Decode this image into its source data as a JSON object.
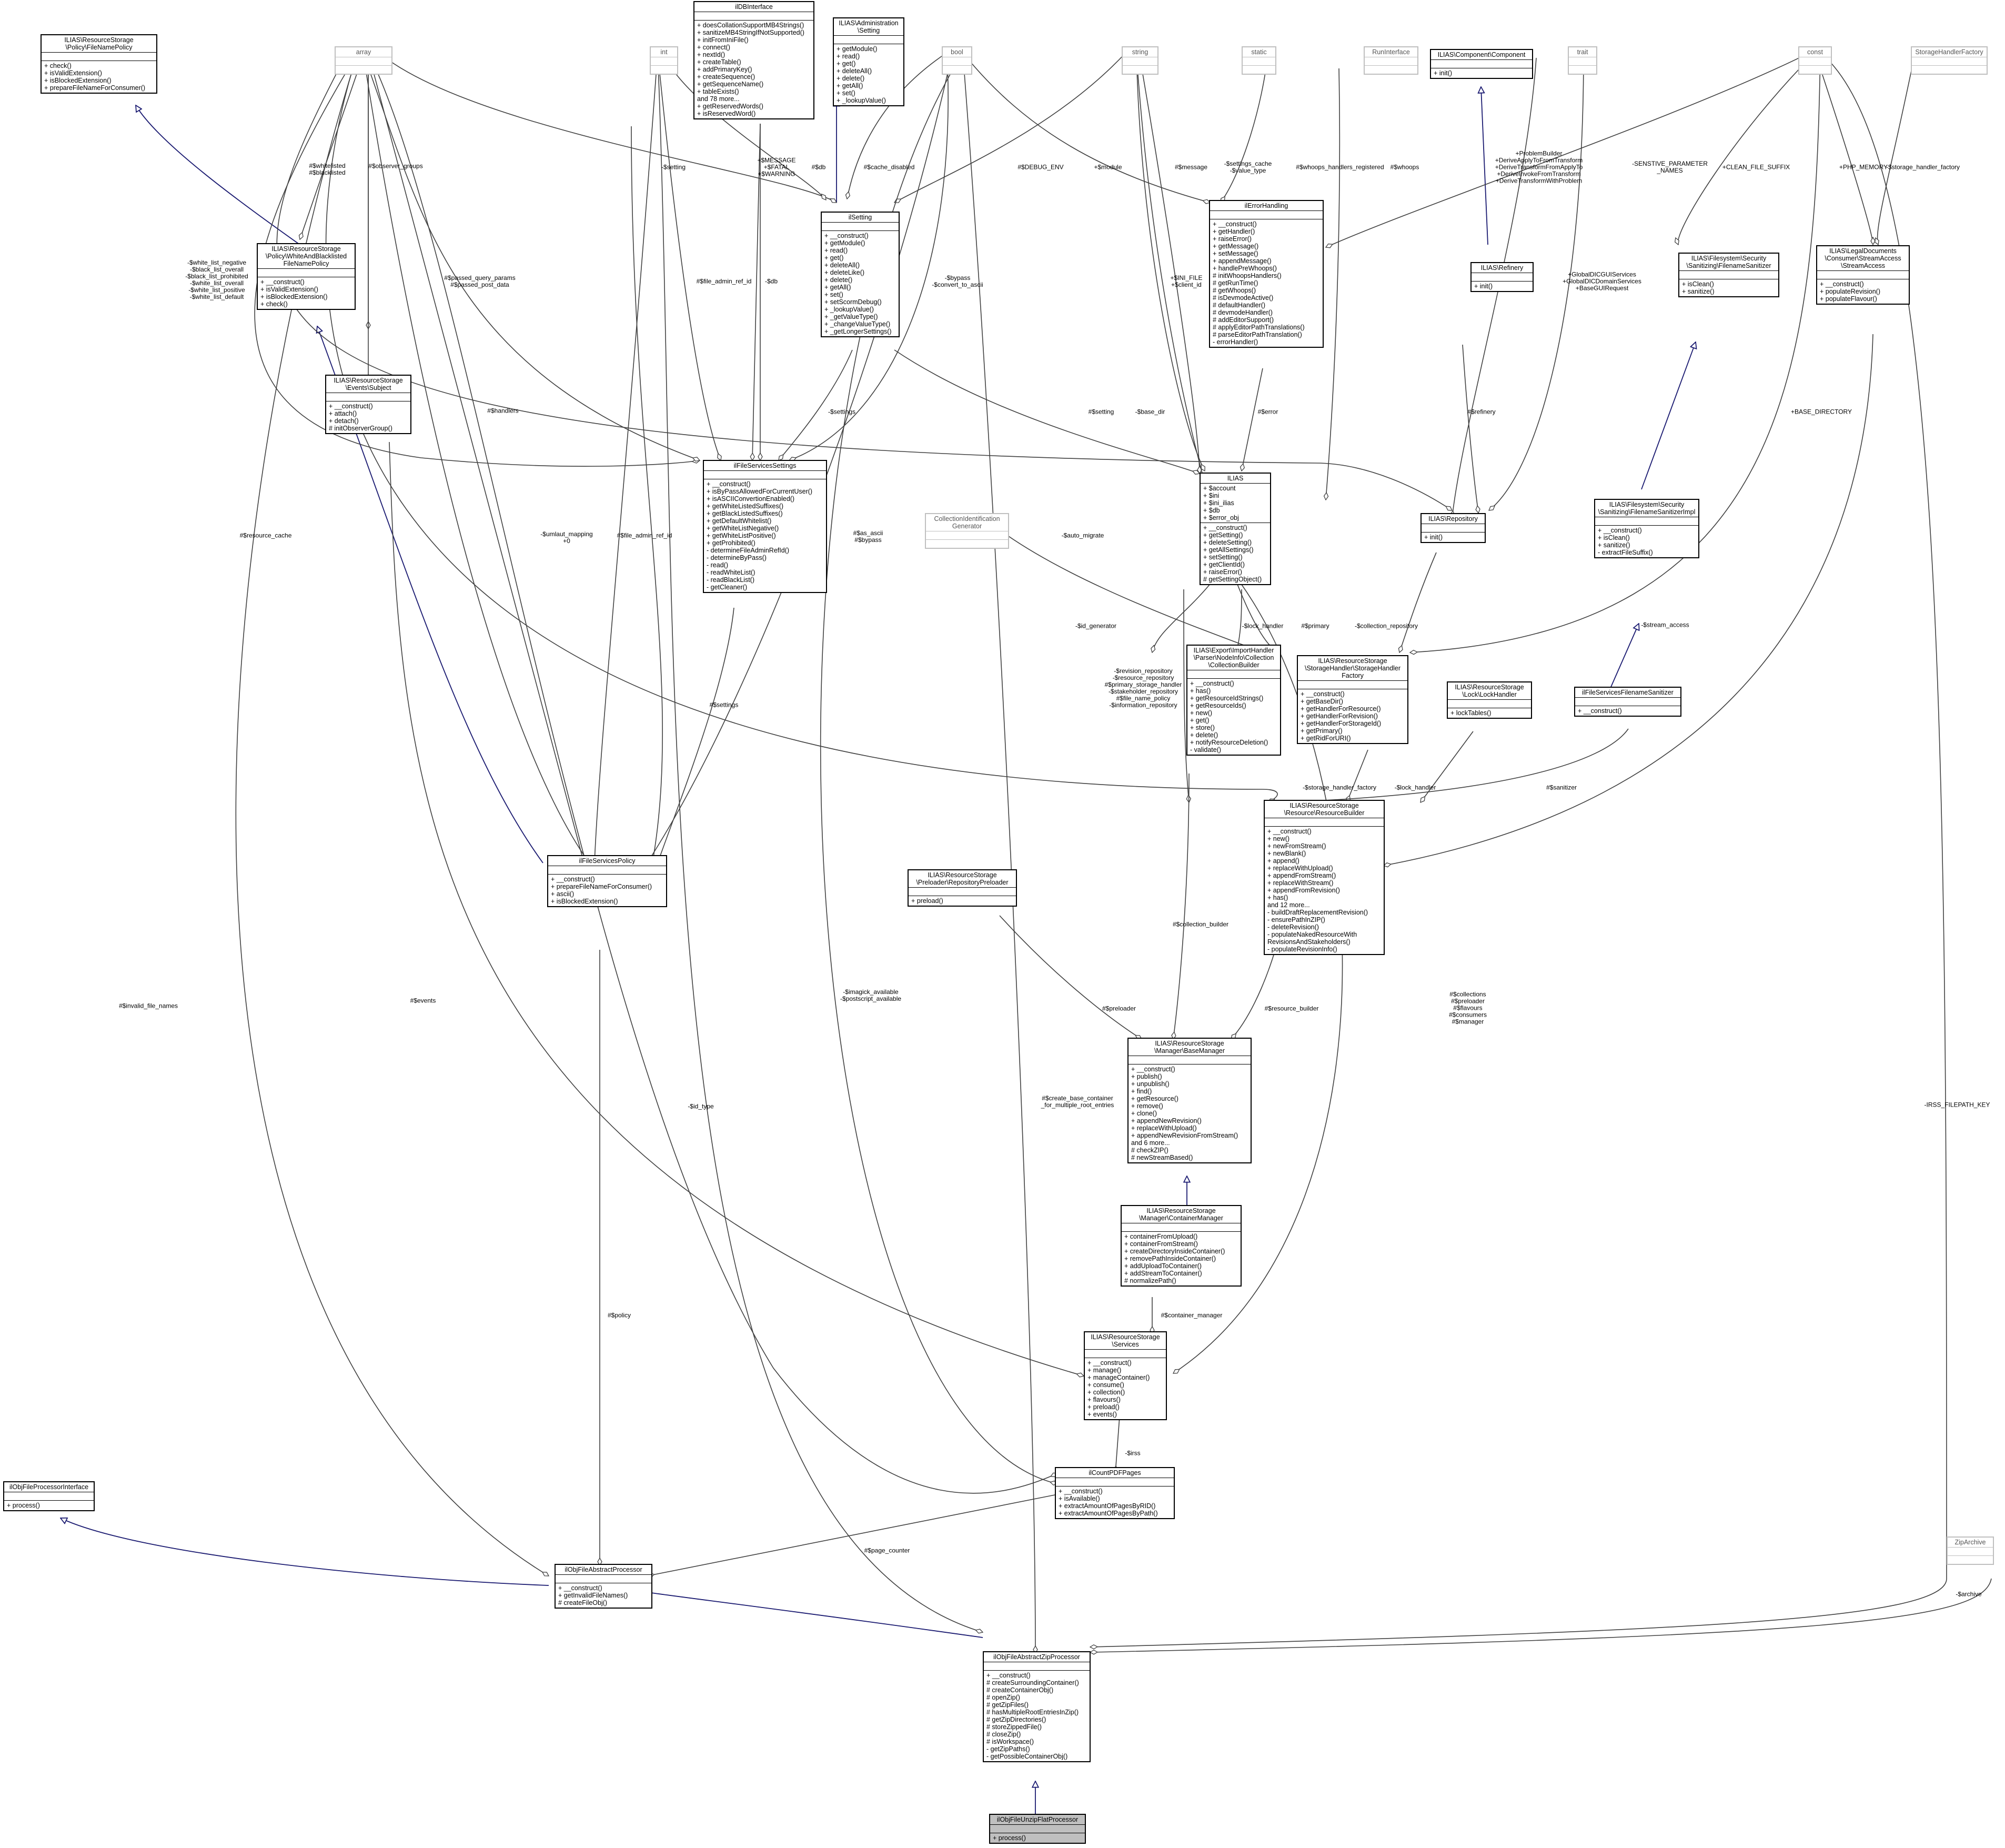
{
  "diagram": {
    "classes": {
      "array": {
        "name": "array",
        "attrs": "",
        "ops": ""
      },
      "int": {
        "name": "int",
        "attrs": "",
        "ops": ""
      },
      "bool": {
        "name": "bool",
        "attrs": "",
        "ops": ""
      },
      "string": {
        "name": "string",
        "attrs": "",
        "ops": ""
      },
      "static": {
        "name": "static",
        "attrs": "",
        "ops": ""
      },
      "runinterface": {
        "name": "RunInterface",
        "attrs": "",
        "ops": ""
      },
      "trait": {
        "name": "trait",
        "attrs": "",
        "ops": ""
      },
      "const": {
        "name": "const",
        "attrs": "",
        "ops": ""
      },
      "storagehandlerfactory_type": {
        "name": "StorageHandlerFactory",
        "attrs": "",
        "ops": ""
      },
      "zip_archive": {
        "name": "ZipArchive",
        "attrs": "",
        "ops": ""
      },
      "collection_id_gen": {
        "name": "CollectionIdentification\nGenerator",
        "attrs": "",
        "ops": ""
      },
      "file_name_policy": {
        "name": "ILIAS\\ResourceStorage\n\\Policy\\FileNamePolicy",
        "attrs": "",
        "ops": "+ check()\n+ isValidExtension()\n+ isBlockedExtension()\n+ prepareFileNameForConsumer()"
      },
      "ildb_interface": {
        "name": "ilDBInterface",
        "attrs": "",
        "ops": "+ doesCollationSupportMB4Strings()\n+ sanitizeMB4StringIfNotSupported()\n+ initFromIniFile()\n+ connect()\n+ nextId()\n+ createTable()\n+ addPrimaryKey()\n+ createSequence()\n+ getSequenceName()\n+ tableExists()\nand 78 more...\n+ getReservedWords()\n+ isReservedWord()"
      },
      "admin_setting": {
        "name": "ILIAS\\Administration\n\\Setting",
        "attrs": "",
        "ops": "+ getModule()\n+ read()\n+ get()\n+ deleteAll()\n+ delete()\n+ getAll()\n+ set()\n+ _lookupValue()"
      },
      "component": {
        "name": "ILIAS\\Component\\Component",
        "attrs": "",
        "ops": "+ init()"
      },
      "white_black_policy": {
        "name": "ILIAS\\ResourceStorage\n\\Policy\\WhiteAndBlacklisted\nFileNamePolicy",
        "attrs": "",
        "ops": "+ __construct()\n+ isValidExtension()\n+ isBlockedExtension()\n+ check()"
      },
      "ilsetting": {
        "name": "ilSetting",
        "attrs": "",
        "ops": "+ __construct()\n+ getModule()\n+ read()\n+ get()\n+ deleteAll()\n+ deleteLike()\n+ delete()\n+ getAll()\n+ set()\n+ setScormDebug()\n+ _lookupValue()\n+ _getValueType()\n+ _changeValueType()\n+ _getLongerSettings()"
      },
      "ilerrorhandling": {
        "name": "ilErrorHandling",
        "attrs": "",
        "ops": "+ __construct()\n+ getHandler()\n+ raiseError()\n+ getMessage()\n+ setMessage()\n+ appendMessage()\n+ handlePreWhoops()\n# initWhoopsHandlers()\n# getRunTime()\n# getWhoops()\n# isDevmodeActive()\n# defaultHandler()\n# devmodeHandler()\n# addEditorSupport()\n# applyEditorPathTranslations()\n# parseEditorPathTranslation()\n- errorHandler()"
      },
      "refinery": {
        "name": "ILIAS\\Refinery",
        "attrs": "",
        "ops": "+ init()"
      },
      "filename_sanitizer": {
        "name": "ILIAS\\Filesystem\\Security\n\\Sanitizing\\FilenameSanitizer",
        "attrs": "",
        "ops": "+ isClean()\n+ sanitize()"
      },
      "stream_access": {
        "name": "ILIAS\\LegalDocuments\n\\Consumer\\StreamAccess\n\\StreamAccess",
        "attrs": "",
        "ops": "+ __construct()\n+ populateRevision()\n+ populateFlavour()"
      },
      "events_subject": {
        "name": "ILIAS\\ResourceStorage\n\\Events\\Subject",
        "attrs": "",
        "ops": "+ __construct()\n+ attach()\n+ detach()\n# initObserverGroup()"
      },
      "ilfileservicessettings": {
        "name": "ilFileServicesSettings",
        "attrs": "",
        "ops": "+ __construct()\n+ isByPassAllowedForCurrentUser()\n+ isASCIIConvertionEnabled()\n+ getWhiteListedSuffixes()\n+ getBlackListedSuffixes()\n+ getDefaultWhitelist()\n+ getWhiteListNegative()\n+ getWhiteListPositive()\n+ getProhibited()\n- determineFileAdminRefId()\n- determineByPass()\n- read()\n- readWhiteList()\n- readBlackList()\n- getCleaner()"
      },
      "ilias": {
        "name": "ILIAS",
        "attrs": "+ $account\n+ $ini\n+ $ini_ilias\n+ $db\n+ $error_obj",
        "ops": "+ __construct()\n+ getSetting()\n+ deleteSetting()\n+ getAllSettings()\n+ setSetting()\n+ getClientId()\n+ raiseError()\n# getSettingObject()"
      },
      "repository": {
        "name": "ILIAS\\Repository",
        "attrs": "",
        "ops": "+ init()"
      },
      "filename_sanitizer_impl": {
        "name": "ILIAS\\Filesystem\\Security\n\\Sanitizing\\FilenameSanitizerImpl",
        "attrs": "",
        "ops": "+ __construct()\n+ isClean()\n+ sanitize()\n- extractFileSuffix()"
      },
      "collection_builder": {
        "name": "ILIAS\\Export\\ImportHandler\n\\Parser\\NodeInfo\\Collection\n\\CollectionBuilder",
        "attrs": "",
        "ops": "+ __construct()\n+ has()\n+ getResourceIdStrings()\n+ getResourceIds()\n+ new()\n+ get()\n+ store()\n+ delete()\n+ notifyResourceDeletion()\n- validate()"
      },
      "storage_handler_factory": {
        "name": "ILIAS\\ResourceStorage\n\\StorageHandler\\StorageHandler\nFactory",
        "attrs": "",
        "ops": "+ __construct()\n+ getBaseDir()\n+ getHandlerForResource()\n+ getHandlerForRevision()\n+ getHandlerForStorageId()\n+ getPrimary()\n+ getRidForURI()"
      },
      "lock_handler": {
        "name": "ILIAS\\ResourceStorage\n\\Lock\\LockHandler",
        "attrs": "",
        "ops": "+ lockTables()"
      },
      "ilfileservicesfilenamesanitizer": {
        "name": "ilFileServicesFilenameSanitizer",
        "attrs": "",
        "ops": "+ __construct()"
      },
      "ilfileservicespolicy": {
        "name": "ilFileServicesPolicy",
        "attrs": "",
        "ops": "+ __construct()\n+ prepareFileNameForConsumer()\n+ ascii()\n+ isBlockedExtension()"
      },
      "resource_builder": {
        "name": "ILIAS\\ResourceStorage\n\\Resource\\ResourceBuilder",
        "attrs": "",
        "ops": "+ __construct()\n+ new()\n+ newFromStream()\n+ newBlank()\n+ append()\n+ replaceWithUpload()\n+ appendFromStream()\n+ replaceWithStream()\n+ appendFromRevision()\n+ has()\nand 12 more...\n- buildDraftReplacementRevision()\n- ensurePathInZIP()\n- deleteRevision()\n- populateNakedResourceWith\nRevisionsAndStakeholders()\n- populateRevisionInfo()"
      },
      "repository_preloader": {
        "name": "ILIAS\\ResourceStorage\n\\Preloader\\RepositoryPreloader",
        "attrs": "",
        "ops": "+ preload()"
      },
      "base_manager": {
        "name": "ILIAS\\ResourceStorage\n\\Manager\\BaseManager",
        "attrs": "",
        "ops": "+ __construct()\n+ publish()\n+ unpublish()\n+ find()\n+ getResource()\n+ remove()\n+ clone()\n+ appendNewRevision()\n+ replaceWithUpload()\n+ appendNewRevisionFromStream()\nand 6 more...\n# checkZIP()\n# newStreamBased()"
      },
      "container_manager": {
        "name": "ILIAS\\ResourceStorage\n\\Manager\\ContainerManager",
        "attrs": "",
        "ops": "+ containerFromUpload()\n+ containerFromStream()\n+ createDirectoryInsideContainer()\n+ removePathInsideContainer()\n+ addUploadToContainer()\n+ addStreamToContainer()\n# normalizePath()"
      },
      "services": {
        "name": "ILIAS\\ResourceStorage\n\\Services",
        "attrs": "",
        "ops": "+ __construct()\n+ manage()\n+ manageContainer()\n+ consume()\n+ collection()\n+ flavours()\n+ preload()\n+ events()"
      },
      "ilcountpdfpages": {
        "name": "ilCountPDFPages",
        "attrs": "",
        "ops": "+ __construct()\n+ isAvailable()\n+ extractAmountOfPagesByRID()\n+ extractAmountOfPagesByPath()"
      },
      "ilobjfileprocessorinterface": {
        "name": "ilObjFileProcessorInterface",
        "attrs": "",
        "ops": "+ process()"
      },
      "ilobjfileabstractprocessor": {
        "name": "ilObjFileAbstractProcessor",
        "attrs": "",
        "ops": "+ __construct()\n+ getInvalidFileNames()\n# createFileObj()"
      },
      "ilobjfileabstractzipprocessor": {
        "name": "ilObjFileAbstractZipProcessor",
        "attrs": "",
        "ops": "+ __construct()\n# createSurroundingContainer()\n# createContainerObj()\n# openZip()\n# getZipFiles()\n# hasMultipleRootEntriesInZip()\n# getZipDirectories()\n# storeZippedFile()\n# closeZip()\n# isWorkspace()\n- getZipPaths()\n- getPossibleContainerObj()"
      },
      "ilobjfileunzipflatprocessor": {
        "name": "ilObjFileUnzipFlatProcessor",
        "attrs": "",
        "ops": "+ process()"
      }
    },
    "edge_labels": {
      "whitelisted": "#$whitelisted\n#$blacklisted",
      "observer_groups": "#$observer_groups",
      "setting_int": "-$setting",
      "message": "+$MESSAGE\n+$FATAL\n+$WARNING",
      "db": "#$db",
      "cache_disabled": "#$cache_disabled",
      "debug_env": "#$DEBUG_ENV",
      "module": "+$module",
      "smessage": "#$message",
      "settings_cache": "-$settings_cache\n-$value_type",
      "whoops_handlers": "#$whoops_handlers_registered",
      "whoops": "#$whoops",
      "problem_builder": "+ProblemBuilder\n+DeriveApplyToFromTransform\n+DeriveTransformFromApplyTo\n+DeriveInvokeFromTransform\n+DeriveTransformWithProblem",
      "sensitive": "-SENSTIVE_PARAMETER\n_NAMES",
      "clean_suffix": "+CLEAN_FILE_SUFFIX",
      "php_memory": "+PHP_MEMORY",
      "storage_handler_factory_lbl": "-$storage_handler_factory",
      "white_list": "-$white_list_negative\n-$black_list_overall\n-$black_list_prohibited\n-$white_list_overall\n-$white_list_positive\n-$white_list_default",
      "passed_query": "#$passed_query_params\n#$passed_post_data",
      "file_admin_ref_id": "#$file_admin_ref_id",
      "db_dash": "-$db",
      "bypass": "-$bypass\n-$convert_to_ascii",
      "ini_file": "+$INI_FILE\n+$client_id",
      "global_dic": "+GlobalDICGUIServices\n+GlobalDICDomainServices\n+BaseGUIRequest",
      "settings_dash": "-$settings",
      "handlers": "#$handlers",
      "setting_hash": "#$setting",
      "base_dir": "-$base_dir",
      "error": "#$error",
      "refinery_lbl": "#$refinery",
      "base_directory": "+BASE_DIRECTORY",
      "stream_access_lbl": "-$stream_access",
      "id_generator": "-$id_generator",
      "lock_handler_lbl": "-$lock_handler",
      "primary": "#$primary",
      "collection_repository": "-$collection_repository",
      "revision_repository": "-$revision_repository\n-$resource_repository\n#$primary_storage_handler\n-$stakeholder_repository\n#$file_name_policy\n-$information_repository",
      "resource_cache": "#$resource_cache",
      "umlaut": "-$umlaut_mapping\n+0",
      "file_admin_ref_id2": "#$file_admin_ref_id",
      "settings_hash": "#$settings",
      "as_ascii": "#$as_ascii\n#$bypass",
      "auto_migrate": "-$auto_migrate",
      "storage_handler_factory2": "-$storage_handler_factory",
      "lock_handler2": "-$lock_handler",
      "sanitizer": "#$sanitizer",
      "collection_builder_lbl": "#$collection_builder",
      "preloader": "#$preloader",
      "resource_builder_lbl": "#$resource_builder",
      "events": "#$events",
      "invalid_file_names": "#$invalid_file_names",
      "id_type": "-$id_type",
      "imagick": "-$imagick_available\n-$postscript_available",
      "create_base": "#$create_base_container\n_for_multiple_root_entries",
      "collections": "#$collections\n#$preloader\n#$flavours\n#$consumers\n#$manager",
      "container_manager_lbl": "#$container_manager",
      "policy": "#$policy",
      "irss": "-$irss",
      "page_counter": "#$page_counter",
      "irss_filepath_key": "-IRSS_FILEPATH_KEY",
      "archive": "-$archive"
    }
  }
}
